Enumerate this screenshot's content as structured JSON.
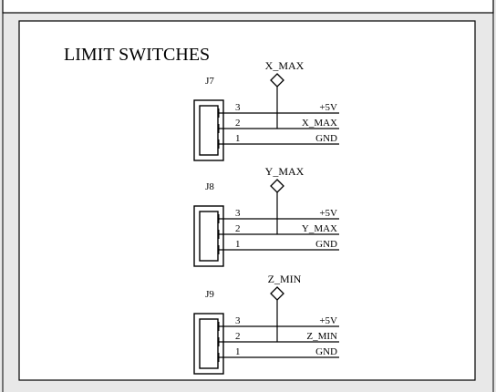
{
  "section_title": "LIMIT SWITCHES",
  "connectors": [
    {
      "ref": "J7",
      "net_label": "X_MAX",
      "pins": [
        {
          "num": "3",
          "net": "+5V"
        },
        {
          "num": "2",
          "net": "X_MAX"
        },
        {
          "num": "1",
          "net": "GND"
        }
      ]
    },
    {
      "ref": "J8",
      "net_label": "Y_MAX",
      "pins": [
        {
          "num": "3",
          "net": "+5V"
        },
        {
          "num": "2",
          "net": "Y_MAX"
        },
        {
          "num": "1",
          "net": "GND"
        }
      ]
    },
    {
      "ref": "J9",
      "net_label": "Z_MIN",
      "pins": [
        {
          "num": "3",
          "net": "+5V"
        },
        {
          "num": "2",
          "net": "Z_MIN"
        },
        {
          "num": "1",
          "net": "GND"
        }
      ]
    }
  ],
  "colors": {
    "background": "#e8e8e8",
    "panel": "#ffffff",
    "line": "#000000"
  }
}
